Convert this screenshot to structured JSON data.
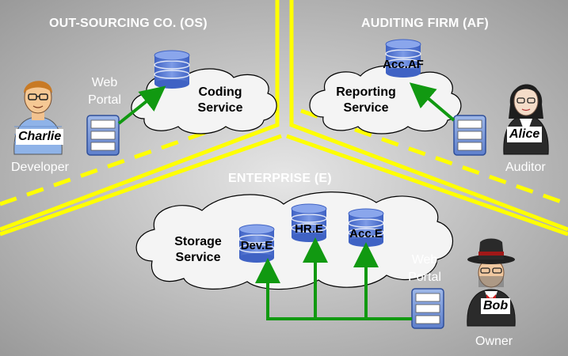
{
  "regions": {
    "outsourcing": "OUT-SOURCING CO. (OS)",
    "auditing": "AUDITING FIRM (AF)",
    "enterprise": "ENTERPRISE (E)"
  },
  "clouds": {
    "coding": {
      "line1": "Coding",
      "line2": "Service"
    },
    "reporting": {
      "line1": "Reporting",
      "line2": "Service"
    },
    "storage": {
      "line1": "Storage",
      "line2": "Service"
    }
  },
  "databases": {
    "acc_af": "Acc.AF",
    "dev_e": "Dev.E",
    "hr_e": "HR.E",
    "acc_e": "Acc.E"
  },
  "portals": {
    "os": {
      "line1": "Web",
      "line2": "Portal"
    },
    "e": {
      "line1": "Web",
      "line2": "Portal"
    }
  },
  "people": {
    "charlie": {
      "name": "Charlie",
      "role": "Developer"
    },
    "alice": {
      "name": "Alice",
      "role": "Auditor"
    },
    "bob": {
      "name": "Bob",
      "role": "Owner"
    }
  },
  "colors": {
    "boundary": "#ffff00",
    "arrow": "#119911",
    "database": "#4a6fd0",
    "cloud": "#f4f4f4"
  }
}
